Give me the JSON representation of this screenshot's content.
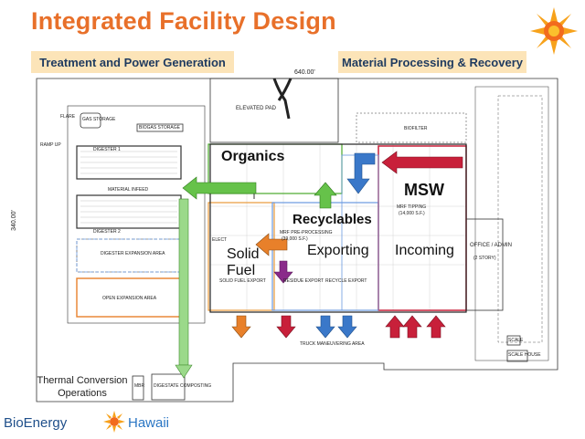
{
  "header": {
    "title": "Integrated Facility Design",
    "left_banner": "Treatment and Power Generation",
    "right_banner": "Material Processing & Recovery"
  },
  "plan_labels": {
    "dim_top": "640.00'",
    "dim_side": "340.00'",
    "elevated_pad": "ELEVATED PAD",
    "flare": "FLARE",
    "gas_storage": "GAS STORAGE",
    "biogas_storage": "BIOGAS STORAGE",
    "ramp": "RAMP UP",
    "digester1": "DIGESTER 1",
    "material_infeed": "MATERIAL INFEED",
    "digester2": "DIGESTER 2",
    "digester_expansion": "DIGESTER EXPANSION AREA",
    "open_expansion": "OPEN EXPANSION AREA",
    "biofilter": "BIOFILTER",
    "mrf_tipping": "MRF TIPPING",
    "mrf_tipping_area": "(14,000 S.F.)",
    "mrf_preprocessing": "MRF PRE-PROCESSING",
    "mrf_preprocessing_area": "(39,000 S.F.)",
    "elect": "ELECT",
    "solid_fuel_export": "SOLID FUEL EXPORT",
    "residue_export": "RESIDUE EXPORT",
    "recycle_export": "RECYCLE EXPORT",
    "office": "OFFICE / ADMIN",
    "office_story": "(2 STORY)",
    "truck_area": "TRUCK MANEUVERING AREA",
    "scale": "SCALE",
    "scale_house": "SCALE HOUSE",
    "digestate": "DIGESTATE COMPOSTING",
    "mbr": "MBR"
  },
  "overlay_labels": {
    "organics": "Organics",
    "recyclables": "Recyclables",
    "msw": "MSW",
    "solid_fuel": "Solid Fuel",
    "exporting": "Exporting",
    "incoming": "Incoming"
  },
  "footer": {
    "thermal": "Thermal Conversion Operations",
    "brand_left": "BioEnergy",
    "brand_right": "Hawaii"
  },
  "colors": {
    "title": "#e8702a",
    "banner_bg": "#fce4b8",
    "banner_text": "#1e3a5f",
    "green_arrow": "#66c24a",
    "blue_arrow": "#3a78c9",
    "red_arrow": "#c8203a",
    "orange_arrow": "#e8802a",
    "msw_zone": "#c8203a",
    "recyclables_zone": "#6a9ae0",
    "organics_zone": "#4aa82a",
    "solid_fuel_zone": "#e89a3a"
  }
}
